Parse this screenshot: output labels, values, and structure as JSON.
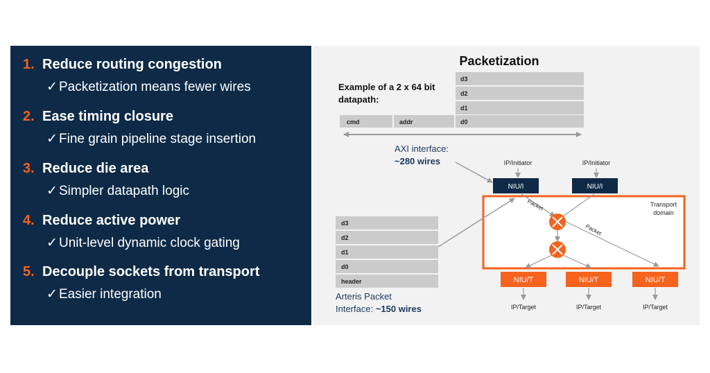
{
  "left": {
    "items": [
      {
        "number": "1.",
        "title": "Reduce routing congestion",
        "detail": "Packetization means fewer wires"
      },
      {
        "number": "2.",
        "title": "Ease timing closure",
        "detail": "Fine grain pipeline stage insertion"
      },
      {
        "number": "3.",
        "title": "Reduce die area",
        "detail": "Simpler datapath logic"
      },
      {
        "number": "4.",
        "title": "Reduce active power",
        "detail": "Unit-level dynamic clock gating"
      },
      {
        "number": "5.",
        "title": "Decouple sockets from transport",
        "detail": "Easier integration"
      }
    ],
    "check_glyph": "✓"
  },
  "diagram": {
    "title": "Packetization",
    "example_label_line1": "Example of a 2 x 64 bit",
    "example_label_line2": "datapath:",
    "axi_cells": {
      "d3": "d3",
      "d2": "d2",
      "d1": "d1",
      "cmd": "cmd",
      "addr": "addr",
      "d0": "d0"
    },
    "axi_interface_line1": "AXI interface:",
    "axi_interface_line2": "~280 wires",
    "packet_cells": [
      "d3",
      "d2",
      "d1",
      "d0",
      "header"
    ],
    "packet_interface_line1": "Arteris Packet",
    "packet_interface_line2_prefix": "Interface: ",
    "packet_interface_line2_bold": "~150 wires",
    "initiators": [
      "IP/Initiator",
      "IP/Initiator"
    ],
    "niu_i": [
      "NIU/I",
      "NIU/I"
    ],
    "transport_label_line1": "Transport",
    "transport_label_line2": "domain",
    "packet_labels": [
      "Packet",
      "Packet"
    ],
    "niu_t": [
      "NIU/T",
      "NIU/T",
      "NIU/T"
    ],
    "targets": [
      "IP/Target",
      "IP/Target",
      "IP/Target"
    ],
    "colors": {
      "navy": "#0e2a47",
      "orange": "#f5631e",
      "cell_gray": "#cbcbcb",
      "text_navy": "#1c3a5e"
    }
  }
}
